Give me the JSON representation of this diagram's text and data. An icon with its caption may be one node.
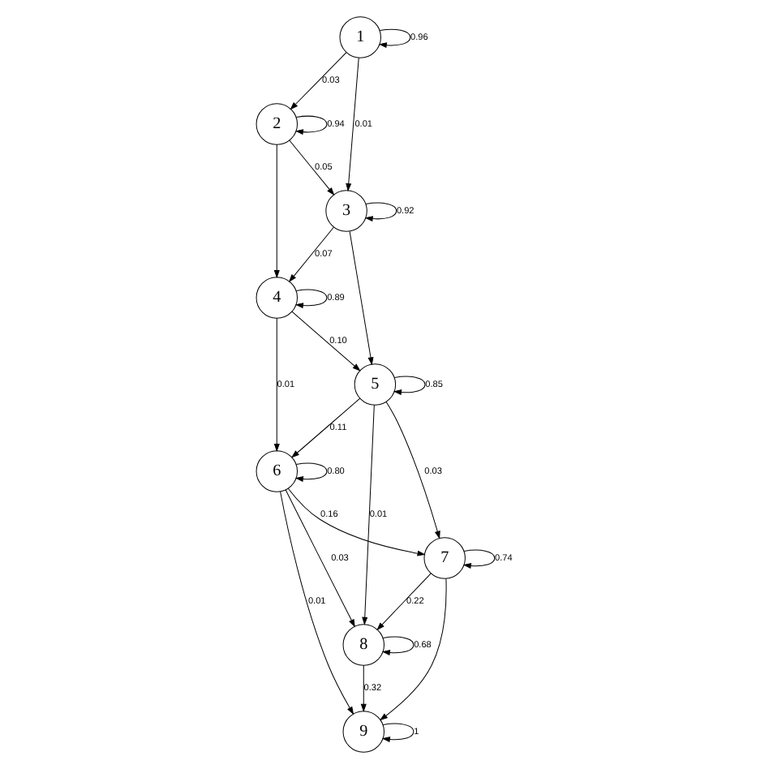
{
  "diagram": {
    "nodes": [
      {
        "text": [
          "1"
        ]
      },
      {
        "text": [
          "2"
        ]
      },
      {
        "text": [
          "3"
        ]
      },
      {
        "text": [
          "4"
        ]
      },
      {
        "text": [
          "5"
        ]
      },
      {
        "text": [
          "6"
        ]
      },
      {
        "text": [
          "7"
        ]
      },
      {
        "text": [
          "8"
        ]
      },
      {
        "text": [
          "9"
        ]
      }
    ],
    "edges": [
      {
        "from": 0,
        "to": 0,
        "arrow": "to",
        "label": "0.96"
      },
      {
        "from": 0,
        "to": 1,
        "arrow": "to",
        "label": "0.03"
      },
      {
        "from": 0,
        "to": 2,
        "arrow": "to",
        "label": "0.01"
      },
      {
        "from": 1,
        "to": 1,
        "arrow": "to",
        "label": "0.94"
      },
      {
        "from": 1,
        "to": 2,
        "arrow": "to",
        "label": "0.05"
      },
      {
        "from": 1,
        "to": 3,
        "arrow": "to"
      },
      {
        "from": 2,
        "to": 2,
        "arrow": "to",
        "label": "0.92"
      },
      {
        "from": 2,
        "to": 3,
        "arrow": "to",
        "label": "0.07"
      },
      {
        "from": 2,
        "to": 4,
        "arrow": "to"
      },
      {
        "from": 3,
        "to": 3,
        "arrow": "to",
        "label": "0.89"
      },
      {
        "from": 3,
        "to": 4,
        "arrow": "to",
        "label": "0.10"
      },
      {
        "from": 3,
        "to": 5,
        "arrow": "to",
        "label": "0.01"
      },
      {
        "from": 4,
        "to": 4,
        "arrow": "to",
        "label": "0.85"
      },
      {
        "from": 4,
        "to": 5,
        "arrow": "to",
        "label": "0.11"
      },
      {
        "from": 4,
        "to": 6,
        "arrow": "to",
        "label": "0.03"
      },
      {
        "from": 4,
        "to": 7,
        "arrow": "to",
        "label": "0.01"
      },
      {
        "from": 5,
        "to": 5,
        "arrow": "to",
        "label": "0.80"
      },
      {
        "from": 5,
        "to": 6,
        "arrow": "to",
        "label": "0.16"
      },
      {
        "from": 5,
        "to": 7,
        "arrow": "to",
        "label": "0.03"
      },
      {
        "from": 5,
        "to": 8,
        "arrow": "to",
        "label": "0.01"
      },
      {
        "from": 6,
        "to": 6,
        "arrow": "to",
        "label": "0.74"
      },
      {
        "from": 6,
        "to": 7,
        "arrow": "to",
        "label": "0.22"
      },
      {
        "from": 6,
        "to": 8,
        "arrow": "to"
      },
      {
        "from": 7,
        "to": 7,
        "arrow": "to",
        "label": "0.68"
      },
      {
        "from": 7,
        "to": 8,
        "arrow": "to",
        "label": "0.32"
      },
      {
        "from": 8,
        "to": 8,
        "arrow": "to",
        "label": "1"
      }
    ]
  }
}
